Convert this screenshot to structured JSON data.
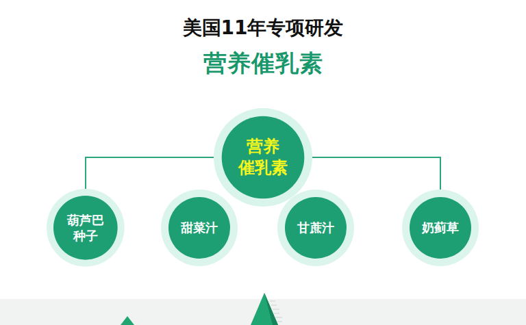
{
  "diagram": {
    "title": "美国11年专项研发",
    "nodes": [
      {
        "text": [
          "营养 催乳素"
        ]
      },
      {
        "text": [
          "葫芦巴 种子"
        ]
      },
      {
        "text": [
          "甜菜汁"
        ]
      },
      {
        "text": [
          "甘蔗汁"
        ]
      },
      {
        "text": [
          "奶蓟草"
        ]
      }
    ],
    "edges": [
      {
        "from": 0,
        "to": 1,
        "arrow": "none"
      },
      {
        "from": 0,
        "to": 4,
        "arrow": "none"
      }
    ],
    "labels": [
      "营养催乳素"
    ]
  }
}
